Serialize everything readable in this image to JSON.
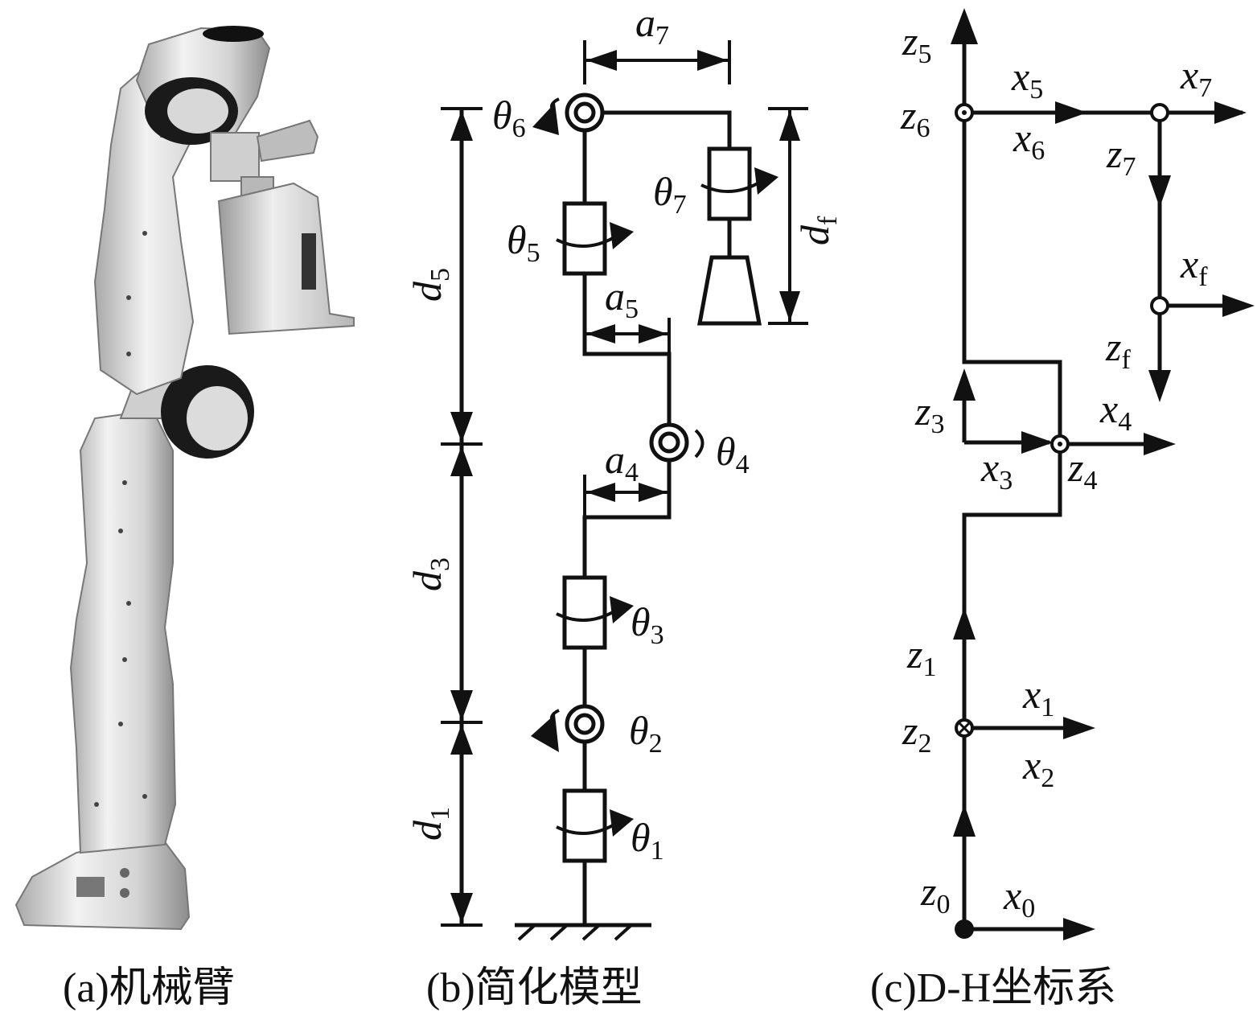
{
  "captions": {
    "a": "(a)机械臂",
    "b": "(b)简化模型",
    "c": "(c)D-H坐标系"
  },
  "panel_b": {
    "joints": [
      {
        "sym": "θ",
        "sub": "1"
      },
      {
        "sym": "θ",
        "sub": "2"
      },
      {
        "sym": "θ",
        "sub": "3"
      },
      {
        "sym": "θ",
        "sub": "4"
      },
      {
        "sym": "θ",
        "sub": "5"
      },
      {
        "sym": "θ",
        "sub": "6"
      },
      {
        "sym": "θ",
        "sub": "7"
      }
    ],
    "dims": [
      {
        "sym": "d",
        "sub": "1"
      },
      {
        "sym": "d",
        "sub": "3"
      },
      {
        "sym": "d",
        "sub": "5"
      },
      {
        "sym": "a",
        "sub": "4"
      },
      {
        "sym": "a",
        "sub": "5"
      },
      {
        "sym": "a",
        "sub": "7"
      },
      {
        "sym": "d",
        "sub": "f"
      }
    ]
  },
  "panel_c": {
    "frames": [
      {
        "sym": "z",
        "sub": "0"
      },
      {
        "sym": "x",
        "sub": "0"
      },
      {
        "sym": "z",
        "sub": "1"
      },
      {
        "sym": "x",
        "sub": "1"
      },
      {
        "sym": "z",
        "sub": "2"
      },
      {
        "sym": "x",
        "sub": "2"
      },
      {
        "sym": "z",
        "sub": "3"
      },
      {
        "sym": "x",
        "sub": "3"
      },
      {
        "sym": "z",
        "sub": "4"
      },
      {
        "sym": "x",
        "sub": "4"
      },
      {
        "sym": "z",
        "sub": "5"
      },
      {
        "sym": "x",
        "sub": "5"
      },
      {
        "sym": "z",
        "sub": "6"
      },
      {
        "sym": "x",
        "sub": "6"
      },
      {
        "sym": "z",
        "sub": "7"
      },
      {
        "sym": "x",
        "sub": "7"
      },
      {
        "sym": "z",
        "sub": "f"
      },
      {
        "sym": "x",
        "sub": "f"
      }
    ]
  }
}
